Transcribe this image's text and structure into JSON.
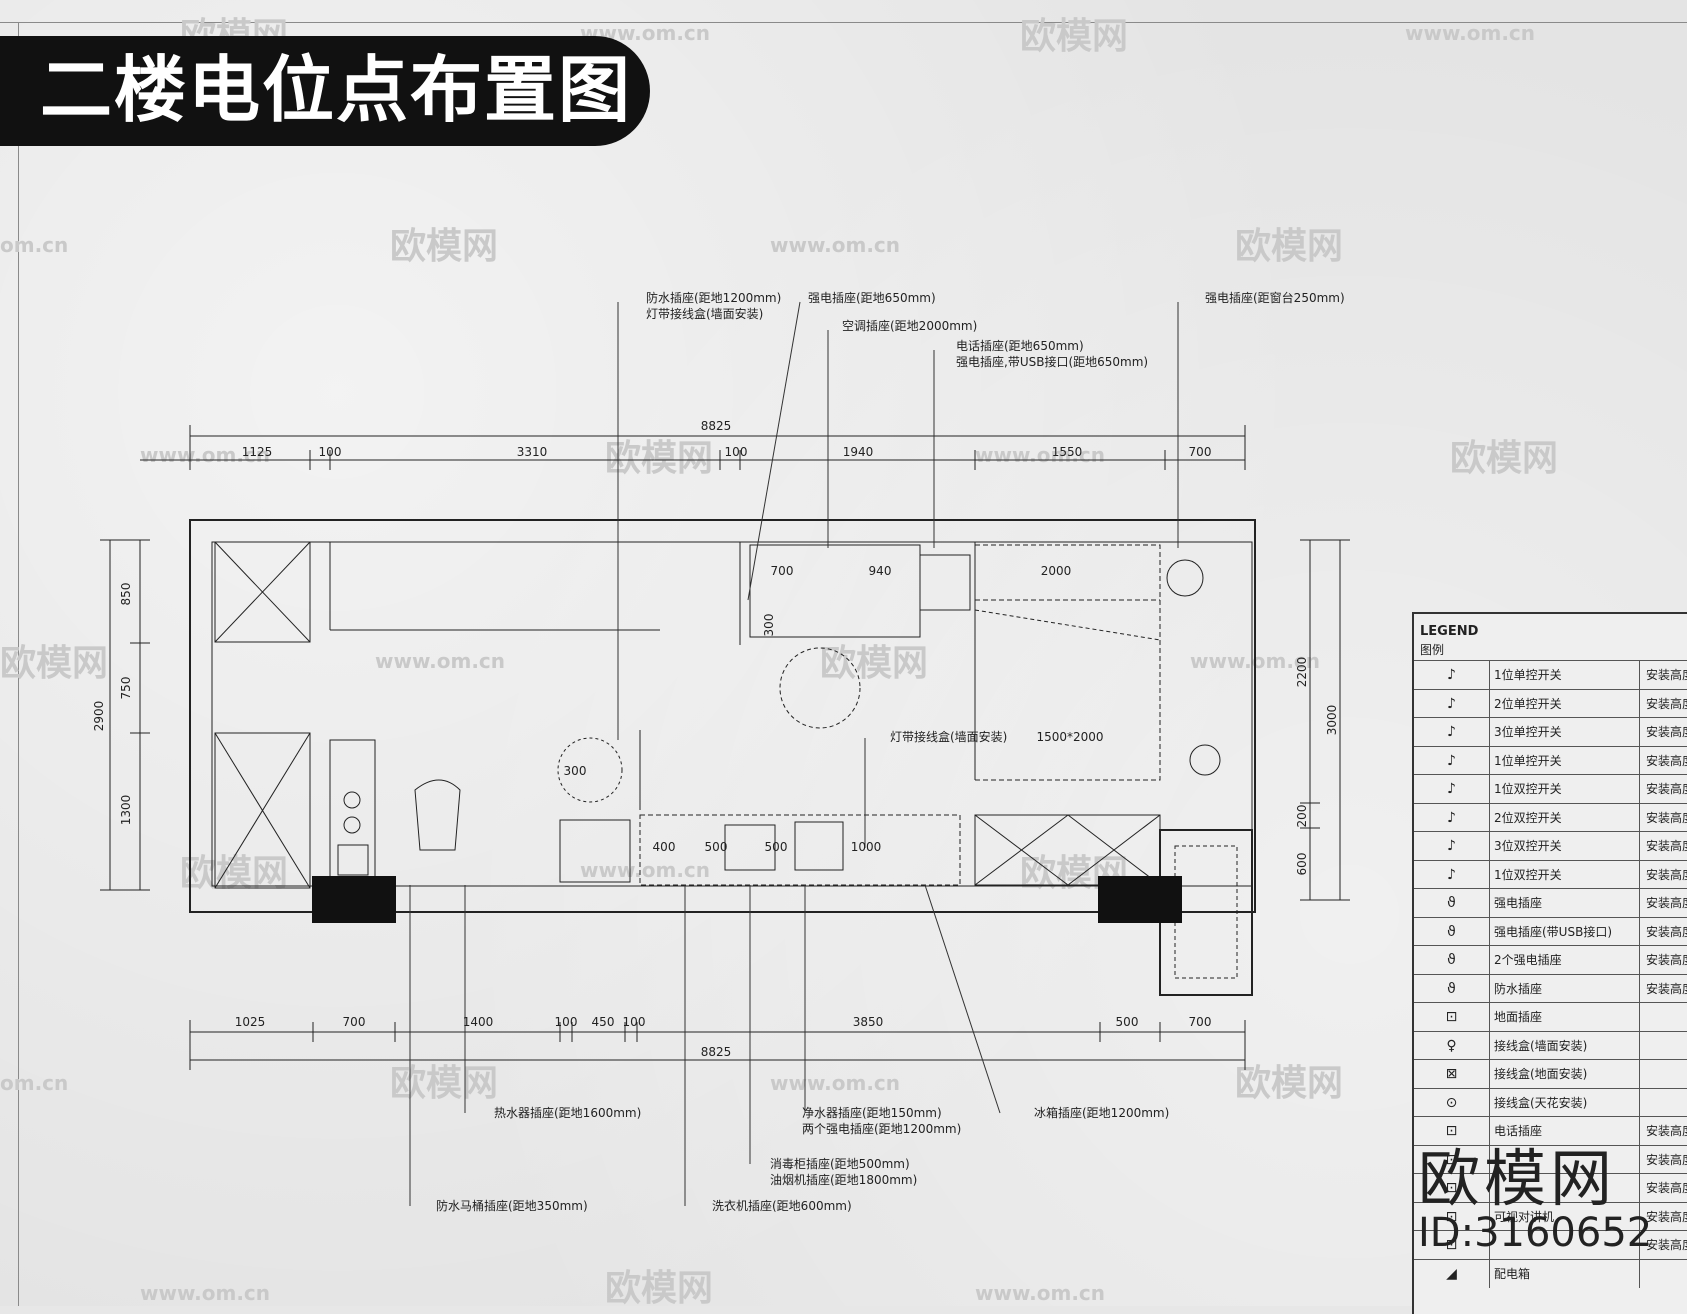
{
  "title": "二楼电位点布置图",
  "watermarks": {
    "brand": "欧模网",
    "url": "www.om.cn",
    "url_short": "om.cn",
    "logo_text": "欧模网",
    "id_text": "ID:3160652"
  },
  "dimensions": {
    "top_total": "8825",
    "top_segments": [
      "1125",
      "100",
      "3310",
      "100",
      "1940",
      "1550",
      "700"
    ],
    "bottom_total": "8825",
    "bottom_segments": [
      "1025",
      "700",
      "1400",
      "100",
      "450",
      "100",
      "3850",
      "500",
      "700"
    ],
    "left_total": "2900",
    "left_segments": [
      "850",
      "750",
      "1300"
    ],
    "right_total": "3000",
    "right_segments": [
      "2200",
      "200",
      "600"
    ],
    "interior": [
      "700",
      "940",
      "300",
      "2000",
      "1500*2000",
      "300",
      "400",
      "500",
      "500",
      "1000"
    ]
  },
  "callouts": {
    "top": [
      {
        "text": "防水插座(距地1200mm)",
        "text2": "灯带接线盒(墙面安装)"
      },
      {
        "text": "强电插座(距地650mm)"
      },
      {
        "text": "空调插座(距地2000mm)"
      },
      {
        "text": "电话插座(距地650mm)",
        "text2": "强电插座,带USB接口(距地650mm)"
      },
      {
        "text": "强电插座(距窗台250mm)"
      }
    ],
    "middle": {
      "text": "灯带接线盒(墙面安装)"
    },
    "bottom": [
      {
        "text": "热水器插座(距地1600mm)"
      },
      {
        "text": "净水器插座(距地150mm)",
        "text2": "两个强电插座(距地1200mm)"
      },
      {
        "text": "冰箱插座(距地1200mm)"
      },
      {
        "text": "消毒柜插座(距地500mm)",
        "text2": "油烟机插座(距地1800mm)"
      },
      {
        "text": "防水马桶插座(距地350mm)"
      },
      {
        "text": "洗衣机插座(距地600mm)"
      }
    ]
  },
  "legend": {
    "title": "LEGEND",
    "subtitle": "图例",
    "rows": [
      {
        "symbol": "♪",
        "label": "1位单控开关",
        "height": "安装高度"
      },
      {
        "symbol": "♪",
        "label": "2位单控开关",
        "height": "安装高度"
      },
      {
        "symbol": "♪",
        "label": "3位单控开关",
        "height": "安装高度"
      },
      {
        "symbol": "♪",
        "label": "1位单控开关",
        "height": "安装高度"
      },
      {
        "symbol": "♪",
        "label": "1位双控开关",
        "height": "安装高度"
      },
      {
        "symbol": "♪",
        "label": "2位双控开关",
        "height": "安装高度"
      },
      {
        "symbol": "♪",
        "label": "3位双控开关",
        "height": "安装高度"
      },
      {
        "symbol": "♪",
        "label": "1位双控开关",
        "height": "安装高度"
      },
      {
        "symbol": "ϑ",
        "label": "强电插座",
        "height": "安装高度"
      },
      {
        "symbol": "ϑ",
        "label": "强电插座(带USB接口)",
        "height": "安装高度"
      },
      {
        "symbol": "ϑ",
        "label": "2个强电插座",
        "height": "安装高度"
      },
      {
        "symbol": "ϑ",
        "label": "防水插座",
        "height": "安装高度"
      },
      {
        "symbol": "⊡",
        "label": "地面插座",
        "height": ""
      },
      {
        "symbol": "♀",
        "label": "接线盒(墙面安装)",
        "height": ""
      },
      {
        "symbol": "⊠",
        "label": "接线盒(地面安装)",
        "height": ""
      },
      {
        "symbol": "⊙",
        "label": "接线盒(天花安装)",
        "height": ""
      },
      {
        "symbol": "⊡",
        "label": "电话插座",
        "height": "安装高度"
      },
      {
        "symbol": "⊡",
        "label": "",
        "height": "安装高度"
      },
      {
        "symbol": "⊡",
        "label": "",
        "height": "安装高度"
      },
      {
        "symbol": "⊡",
        "label": "可视对讲机",
        "height": "安装高度"
      },
      {
        "symbol": "⊡",
        "label": "",
        "height": "安装高度"
      },
      {
        "symbol": "◢",
        "label": "配电箱",
        "height": ""
      }
    ]
  }
}
